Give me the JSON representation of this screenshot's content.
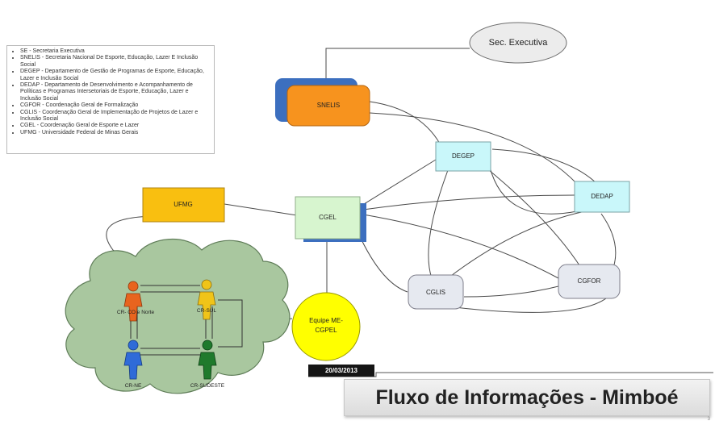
{
  "legend": [
    "SE - Secretaria Executiva",
    "SNELIS - Secretaria Nacional De Esporte, Educação, Lazer E Inclusão Social",
    "DEGEP - Departamento de Gestão de Programas de Esporte, Educação, Lazer e Inclusão Social",
    "DEDAP - Departamento de Desenvolvimento e Acompanhamento de Políticas e Programas Intersetoriais de Esporte, Educação, Lazer e Inclusão Social",
    "CGFOR - Coordenação Geral de Formalização",
    "CGLIS - Coordenação Geral de Implementação de Projetos de Lazer e Inclusão Social",
    "CGEL - Coordenação Geral de Esporte e Lazer",
    "UFMG - Universidade Federal de Minas Gerais"
  ],
  "nodes": {
    "sec_executiva": "Sec. Executiva",
    "snelis": "SNELIS",
    "degep": "DEGEP",
    "dedap": "DEDAP",
    "cgel": "CGEL",
    "ufmg": "UFMG",
    "cglis": "CGLIS",
    "cgfor": "CGFOR",
    "equipe_line1": "Equipe ME-",
    "equipe_line2": "CGPEL",
    "cr_co_norte": "CR- CO e Norte",
    "cr_sul": "CR-SUL",
    "cr_ne": "CR-NE",
    "cr_sudeste": "CR-SUDESTE"
  },
  "date": "20/03/2013",
  "title": "Fluxo de Informações - Mimboé",
  "corner_mark": "3",
  "colors": {
    "snelis": "#f7931e",
    "ufmg": "#f9bf10",
    "cgel": "#d7f5cf",
    "degep": "#c9f7fa",
    "cloud": "#a9c79f",
    "equipe": "#ffff00",
    "person_orange": "#e8641e",
    "person_yellow": "#f0c419",
    "person_blue": "#2f6bd8",
    "person_green": "#1f7a2c"
  }
}
